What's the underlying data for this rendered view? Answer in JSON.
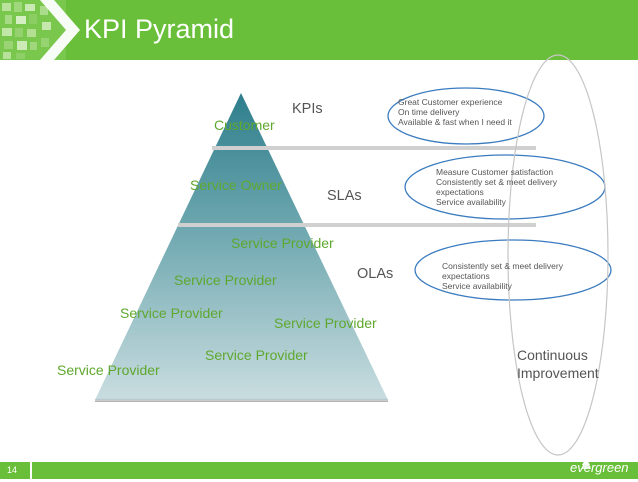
{
  "slide": {
    "title": "KPI Pyramid",
    "page_number": "14"
  },
  "pyramid_labels": {
    "customer": "Customer",
    "service_owner": "Service Owner",
    "service_provider_1": "Service Provider",
    "service_provider_2": "Service Provider",
    "service_provider_3": "Service Provider",
    "service_provider_4": "Service Provider",
    "service_provider_5": "Service Provider",
    "service_provider_6": "Service Provider"
  },
  "levels": {
    "kpis": "KPIs",
    "slas": "SLAs",
    "olas": "OLAs"
  },
  "ovals": {
    "kpis": [
      "Great Customer experience",
      "On time delivery",
      "Available & fast when I need it"
    ],
    "slas": [
      "Measure Customer satisfaction",
      "Consistently set & meet delivery",
      "expectations",
      "Service availability"
    ],
    "olas": [
      "Consistently set & meet delivery",
      "expectations",
      "Service availability"
    ]
  },
  "continuous_improvement": [
    "Continuous",
    "Improvement"
  ],
  "logo": {
    "text": "evergreen"
  },
  "colors": {
    "brand_green": "#6abf3a",
    "label_green": "#5fa82e",
    "oval_stroke": "#3a7bbf"
  }
}
